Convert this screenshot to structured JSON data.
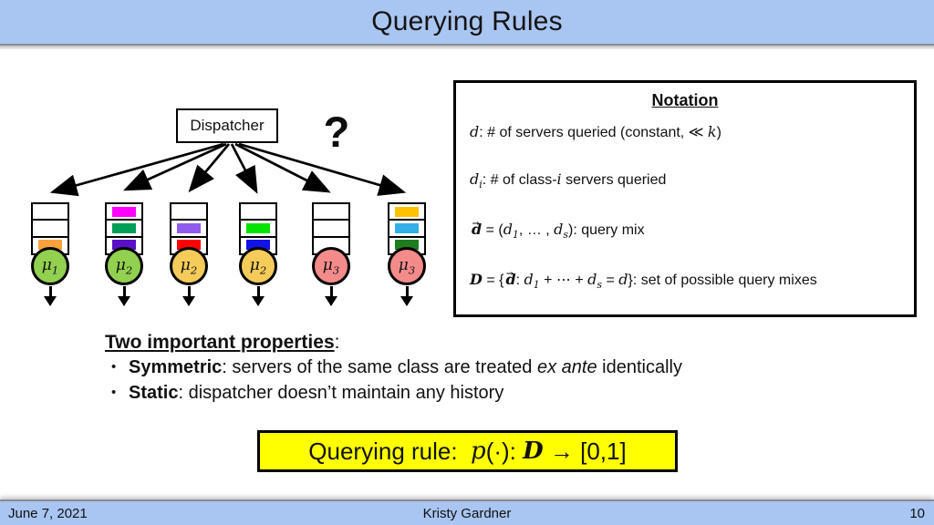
{
  "slide": {
    "title": "Querying Rules",
    "footer": {
      "date": "June 7, 2021",
      "author": "Kristy Gardner",
      "page": "10"
    }
  },
  "colors": {
    "bar_background": "#a9c5f1",
    "rule_box_background": "#ffff00",
    "class1_green": "#92d050",
    "class2_yellow": "#f5cb5a",
    "class3_pink": "#f48b8b"
  },
  "diagram": {
    "dispatcher_label": "Dispatcher",
    "question_mark": "?",
    "queues": [
      {
        "mu_base": "μ",
        "mu_sub": "1",
        "circle_color": "#92d050",
        "slots": [
          "",
          "",
          "#f9a13c"
        ]
      },
      {
        "mu_base": "μ",
        "mu_sub": "2",
        "circle_color": "#92d050",
        "slots": [
          "#ff00ff",
          "#009e56",
          "#5a10c8"
        ]
      },
      {
        "mu_base": "μ",
        "mu_sub": "2",
        "circle_color": "#f5cb5a",
        "slots": [
          "",
          "#8f5cf0",
          "#fe0000"
        ]
      },
      {
        "mu_base": "μ",
        "mu_sub": "2",
        "circle_color": "#f5cb5a",
        "slots": [
          "",
          "#00e400",
          "#1212e6"
        ]
      },
      {
        "mu_base": "μ",
        "mu_sub": "3",
        "circle_color": "#f48b8b",
        "slots": [
          "",
          "",
          ""
        ]
      },
      {
        "mu_base": "μ",
        "mu_sub": "3",
        "circle_color": "#f48b8b",
        "slots": [
          "#ffc000",
          "#33afe8",
          "#1e7e1e"
        ]
      }
    ]
  },
  "notation": {
    "title": "Notation",
    "lines": [
      {
        "segs": [
          {
            "m": "d"
          },
          {
            "t": ": # of servers queried (constant, ≪ "
          },
          {
            "m": "k"
          },
          {
            "t": ")"
          }
        ]
      },
      {
        "segs": [
          {
            "m": "d",
            "sub": "i"
          },
          {
            "t": ": # of class-"
          },
          {
            "m": "i"
          },
          {
            "t": " servers queried"
          }
        ]
      },
      {
        "segs": [
          {
            "vec": "d"
          },
          {
            "t": " = ("
          },
          {
            "m": "d",
            "sub": "1"
          },
          {
            "t": ", … , "
          },
          {
            "m": "d",
            "sub": "s"
          },
          {
            "t": "): query mix"
          }
        ]
      },
      {
        "segs": [
          {
            "sc": "D"
          },
          {
            "t": " = {"
          },
          {
            "vec": "d"
          },
          {
            "t": ": "
          },
          {
            "m": "d",
            "sub": "1"
          },
          {
            "t": " + ⋯ + "
          },
          {
            "m": "d",
            "sub": "s"
          },
          {
            "t": " = "
          },
          {
            "m": "d"
          },
          {
            "t": "}: set of possible query mixes"
          }
        ]
      }
    ]
  },
  "properties": {
    "bullet_char": "•",
    "heading": {
      "segs": [
        {
          "bu": "Two important properties"
        },
        {
          "t": ":"
        }
      ]
    },
    "bullets": [
      {
        "segs": [
          {
            "b": "Symmetric"
          },
          {
            "t": ": servers of the same class are treated "
          },
          {
            "i": "ex ante"
          },
          {
            "t": " identically"
          }
        ]
      },
      {
        "segs": [
          {
            "b": "Static"
          },
          {
            "t": ": dispatcher doesn’t maintain any history"
          }
        ]
      }
    ]
  },
  "rule_box": {
    "segs": [
      {
        "t": "Querying rule:  "
      },
      {
        "m": "p"
      },
      {
        "t": "(·): "
      },
      {
        "sc": "D"
      },
      {
        "t": " → [0,1]"
      }
    ]
  }
}
